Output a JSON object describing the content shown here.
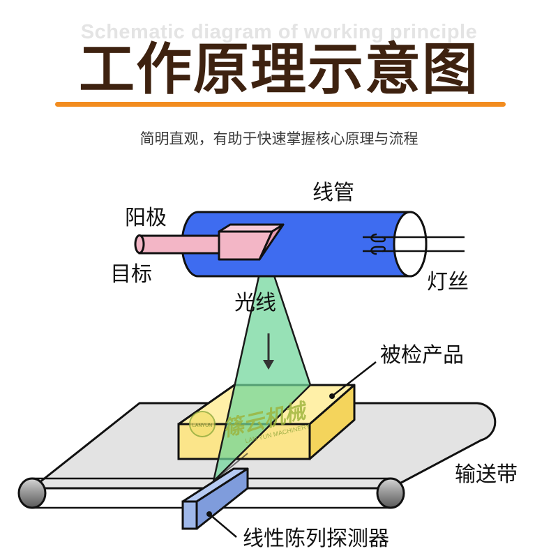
{
  "header": {
    "title_en": "Schematic diagram of working principle",
    "title_cn": "工作原理示意图",
    "tagline": "简明直观，有助于快速掌握核心原理与流程"
  },
  "diagram": {
    "labels": {
      "anode": "阳极",
      "target": "目标",
      "tube": "线管",
      "filament": "灯丝",
      "xray": "光线",
      "product": "被检产品",
      "conveyor": "输送带",
      "detector": "线性陈列探测器"
    },
    "watermark": {
      "badge_text": "LANYUN",
      "brand_cn": "篠云机械",
      "brand_en": "LAN YUN MACHINERY"
    }
  },
  "colors": {
    "title": "#3e2210",
    "underline": "#f28c1f",
    "tube_blue": "#3e6cf0",
    "anode_pink": "#f3b6c6",
    "beam_green": "#6fd59a",
    "product_yellow": "#fbe58a",
    "conveyor_grey": "#e3e3e3",
    "detector_blue": "#9fb8ea"
  }
}
